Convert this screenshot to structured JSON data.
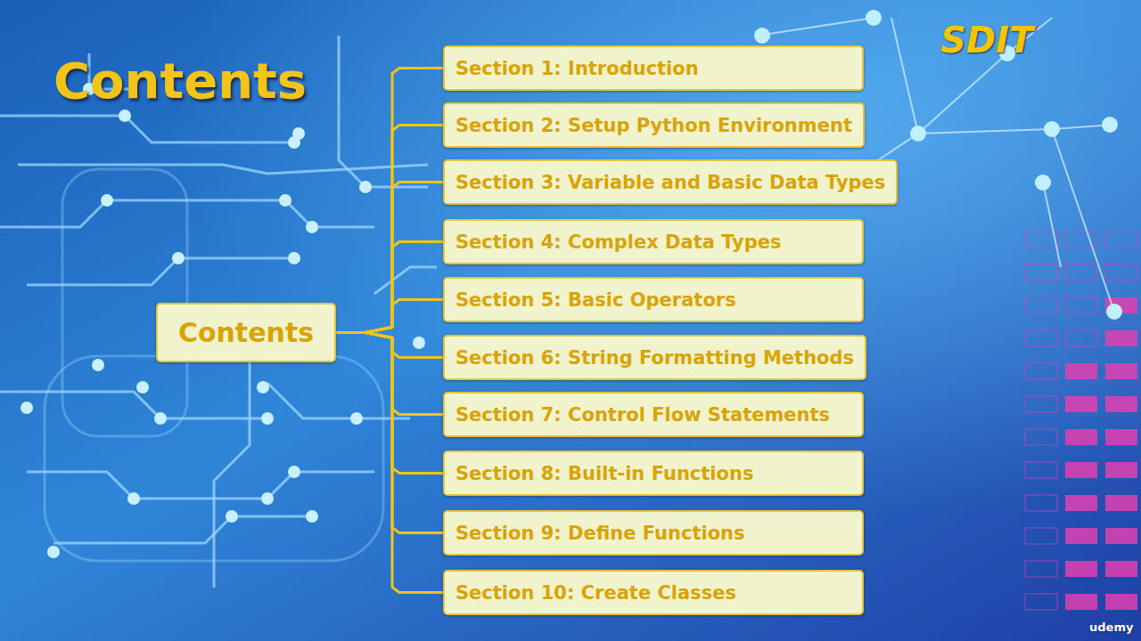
{
  "diagram": {
    "title": "Contents",
    "nodes": [
      {
        "text": [
          "Contents"
        ]
      },
      {
        "text": [
          "Section 1:  Introduction"
        ]
      },
      {
        "text": [
          "Section 2:  Setup Python Environment"
        ]
      },
      {
        "text": [
          "Section 3: Variable and Basic Data Types"
        ]
      },
      {
        "text": [
          "Section 4: Complex Data Types"
        ]
      },
      {
        "text": [
          "Section 5: Basic Operators"
        ]
      },
      {
        "text": [
          "Section 6: String Formatting Methods"
        ]
      },
      {
        "text": [
          "Section 7: Control Flow Statements"
        ]
      },
      {
        "text": [
          "Section 8: Built-in Functions"
        ]
      },
      {
        "text": [
          "Section 9: Define Functions"
        ]
      },
      {
        "text": [
          "Section 10: Create Classes"
        ]
      }
    ],
    "edges": [
      {
        "from": 0,
        "to": 1,
        "arrow": "none"
      },
      {
        "from": 0,
        "to": 2,
        "arrow": "none"
      },
      {
        "from": 0,
        "to": 3,
        "arrow": "none"
      },
      {
        "from": 0,
        "to": 4,
        "arrow": "none"
      },
      {
        "from": 0,
        "to": 5,
        "arrow": "none"
      },
      {
        "from": 0,
        "to": 6,
        "arrow": "none"
      },
      {
        "from": 0,
        "to": 7,
        "arrow": "none"
      },
      {
        "from": 0,
        "to": 8,
        "arrow": "none"
      },
      {
        "from": 0,
        "to": 9,
        "arrow": "none"
      },
      {
        "from": 0,
        "to": 10,
        "arrow": "none"
      }
    ],
    "labels": [
      "SDIT",
      "udemy"
    ]
  }
}
